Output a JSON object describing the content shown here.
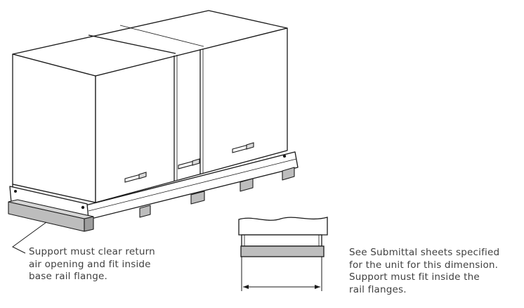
{
  "notes": {
    "left": {
      "lines": [
        "Support must clear return",
        "air opening and fit inside",
        "base rail flange."
      ]
    },
    "right": {
      "lines": [
        "See Submittal sheets specified",
        "for the unit for this dimension.",
        "Support must fit inside the",
        "rail flanges."
      ]
    }
  },
  "colors": {
    "line": "#1a1a1a",
    "support_fill": "#bdbdbd",
    "text": "#404040"
  }
}
